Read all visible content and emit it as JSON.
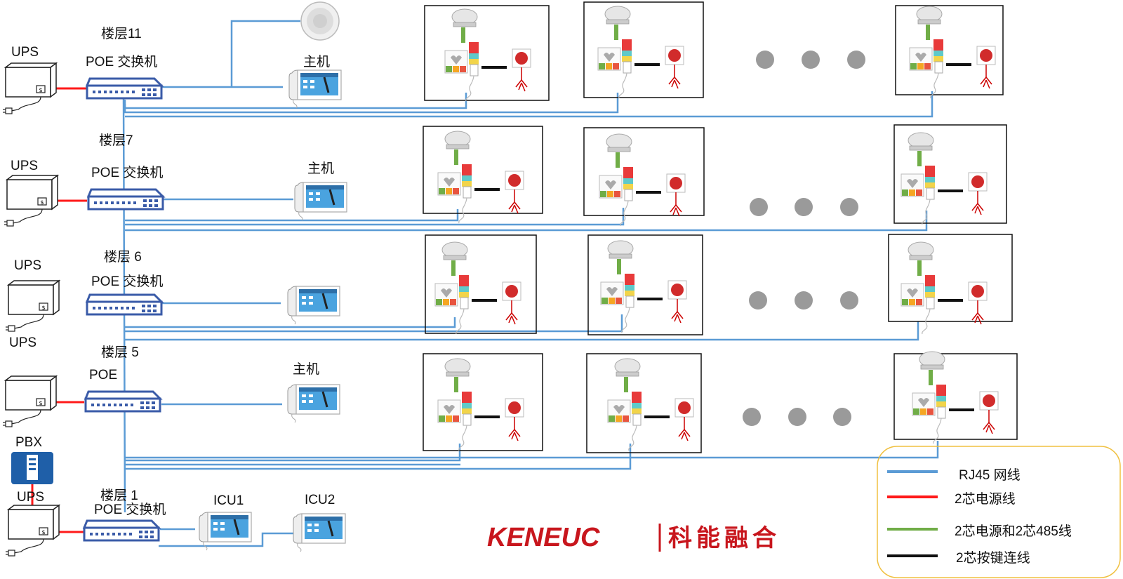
{
  "colors": {
    "rj45": "#5b9bd5",
    "power": "#ff1a1a",
    "power485": "#70ad47",
    "button": "#111111",
    "switch": "#3a5ba8",
    "legend_border": "#f0c040",
    "logo": "#c8161d"
  },
  "floors": [
    {
      "floor_label": "楼层11",
      "switch_label": "POE 交换机",
      "ups_label": "UPS",
      "host_label": "主机"
    },
    {
      "floor_label": "楼层7",
      "switch_label": "POE 交换机",
      "ups_label": "UPS",
      "host_label": "主机"
    },
    {
      "floor_label": "楼层 6",
      "switch_label": "POE 交换机",
      "ups_label": "UPS",
      "host_label": ""
    },
    {
      "floor_label": "楼层 5",
      "switch_label": "POE",
      "ups_label": "UPS",
      "host_label": "主机"
    },
    {
      "floor_label": "楼层 1",
      "switch_label": "POE 交换机",
      "ups_label": "UPS",
      "host_label": ""
    }
  ],
  "extra": {
    "ups_label_2": "UPS",
    "pbx_label": "PBX",
    "icu1_label": "ICU1",
    "icu2_label": "ICU2"
  },
  "legend": [
    {
      "label": "RJ45 网线",
      "color": "#5b9bd5"
    },
    {
      "label": "2芯电源线",
      "color": "#ff1a1a"
    },
    {
      "label": "2芯电源和2芯485线",
      "color": "#70ad47"
    },
    {
      "label": "2芯按键连线",
      "color": "#111111"
    }
  ],
  "logo": {
    "english": "KENEUC",
    "chinese": "科能融合"
  }
}
